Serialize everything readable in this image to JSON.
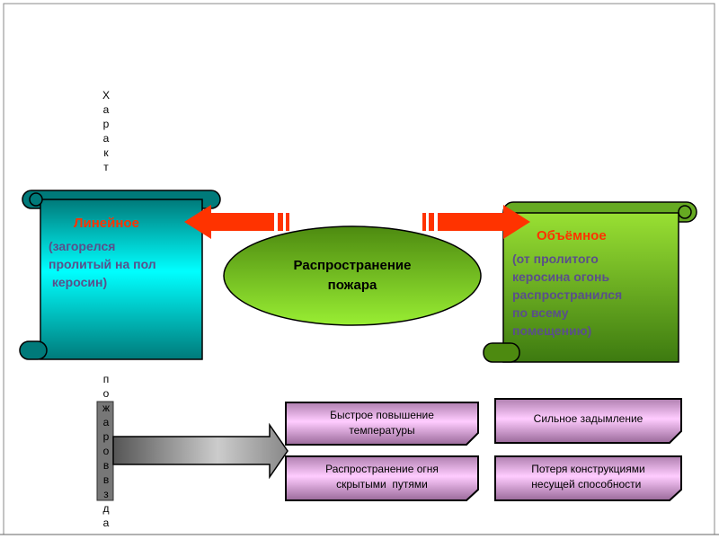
{
  "vertical_text_top": [
    "Х",
    "а",
    "р",
    "а",
    "к",
    "т"
  ],
  "vertical_text_bottom": [
    "п",
    "о",
    "ж",
    "а",
    "р",
    "о",
    "в",
    "в",
    "з",
    "д",
    "а"
  ],
  "center": {
    "title": "Распространение пожара",
    "line1": "Распространение",
    "line2": "пожара"
  },
  "left_scroll": {
    "title": "Линейное",
    "lines": [
      "(загорелся",
      "пролитый на пол",
      " керосин)"
    ]
  },
  "right_scroll": {
    "title": "Объёмное",
    "lines": [
      "(от пролитого",
      "керосина огонь",
      "распространился",
      "по всему",
      "помещению)"
    ]
  },
  "features": [
    {
      "lines": [
        "Быстрое повышение",
        "температуры"
      ]
    },
    {
      "lines": [
        "Сильное задымление"
      ]
    },
    {
      "lines": [
        "Распространение огня",
        "скрытыми  путями"
      ]
    },
    {
      "lines": [
        "Потеря конструкциями",
        "несущей способности"
      ]
    }
  ],
  "colors": {
    "title_red": "#ff3300",
    "body_text": "#5a4f8a",
    "arrow_red": "#ff3300",
    "teal": "#008b8b",
    "green": "#66b21a",
    "pink": "#e8b8e8"
  }
}
